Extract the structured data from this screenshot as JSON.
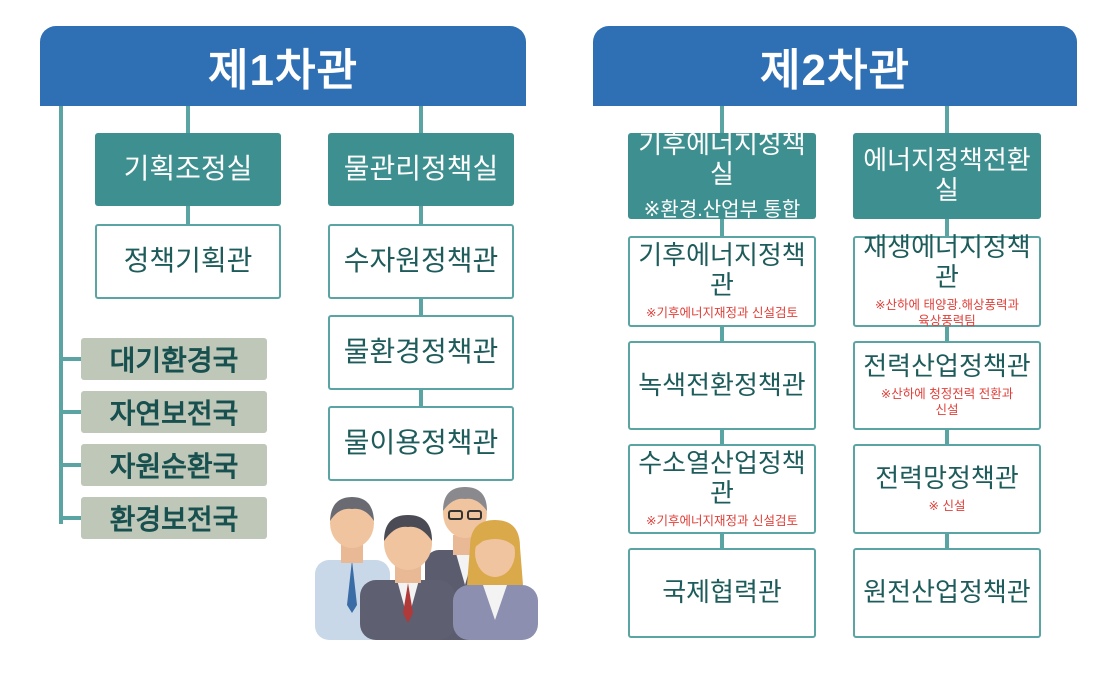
{
  "left": {
    "title": "제1차관",
    "offices": [
      {
        "name": "기획조정실",
        "children": [
          "정책기획관"
        ]
      },
      {
        "name": "물관리정책실",
        "children": [
          "수자원정책관",
          "물환경정책관",
          "물이용정책관"
        ]
      }
    ],
    "bureaus": [
      "대기환경국",
      "자연보전국",
      "자원순환국",
      "환경보전국"
    ]
  },
  "right": {
    "title": "제2차관",
    "offices": [
      {
        "name": "기후에너지정책실",
        "note": "※환경.산업부 통합",
        "children": [
          {
            "name": "기후에너지정책관",
            "note": "※기후에너지재정과 신설검토"
          },
          {
            "name": "녹색전환정책관",
            "note": ""
          },
          {
            "name": "수소열산업정책관",
            "note": "※기후에너지재정과 신설검토"
          },
          {
            "name": "국제협력관",
            "note": ""
          }
        ]
      },
      {
        "name": "에너지정책전환실",
        "children": [
          {
            "name": "재생에너지정책관",
            "note": "※산하에 태양광.해상풍력과\n육상풍력팀"
          },
          {
            "name": "전력산업정책관",
            "note": "※산하에 청정전력 전환과\n신설"
          },
          {
            "name": "전력망정책관",
            "note": "※ 신설"
          },
          {
            "name": "원전산업정책관",
            "note": ""
          }
        ]
      }
    ]
  },
  "colors": {
    "header": "#2f6fb3",
    "office": "#3e8f8f",
    "connector": "#5aa4a4",
    "bureau": "#bfc7b8",
    "note": "#e0403a"
  },
  "illustration": {
    "icon": "office-workers-group"
  }
}
